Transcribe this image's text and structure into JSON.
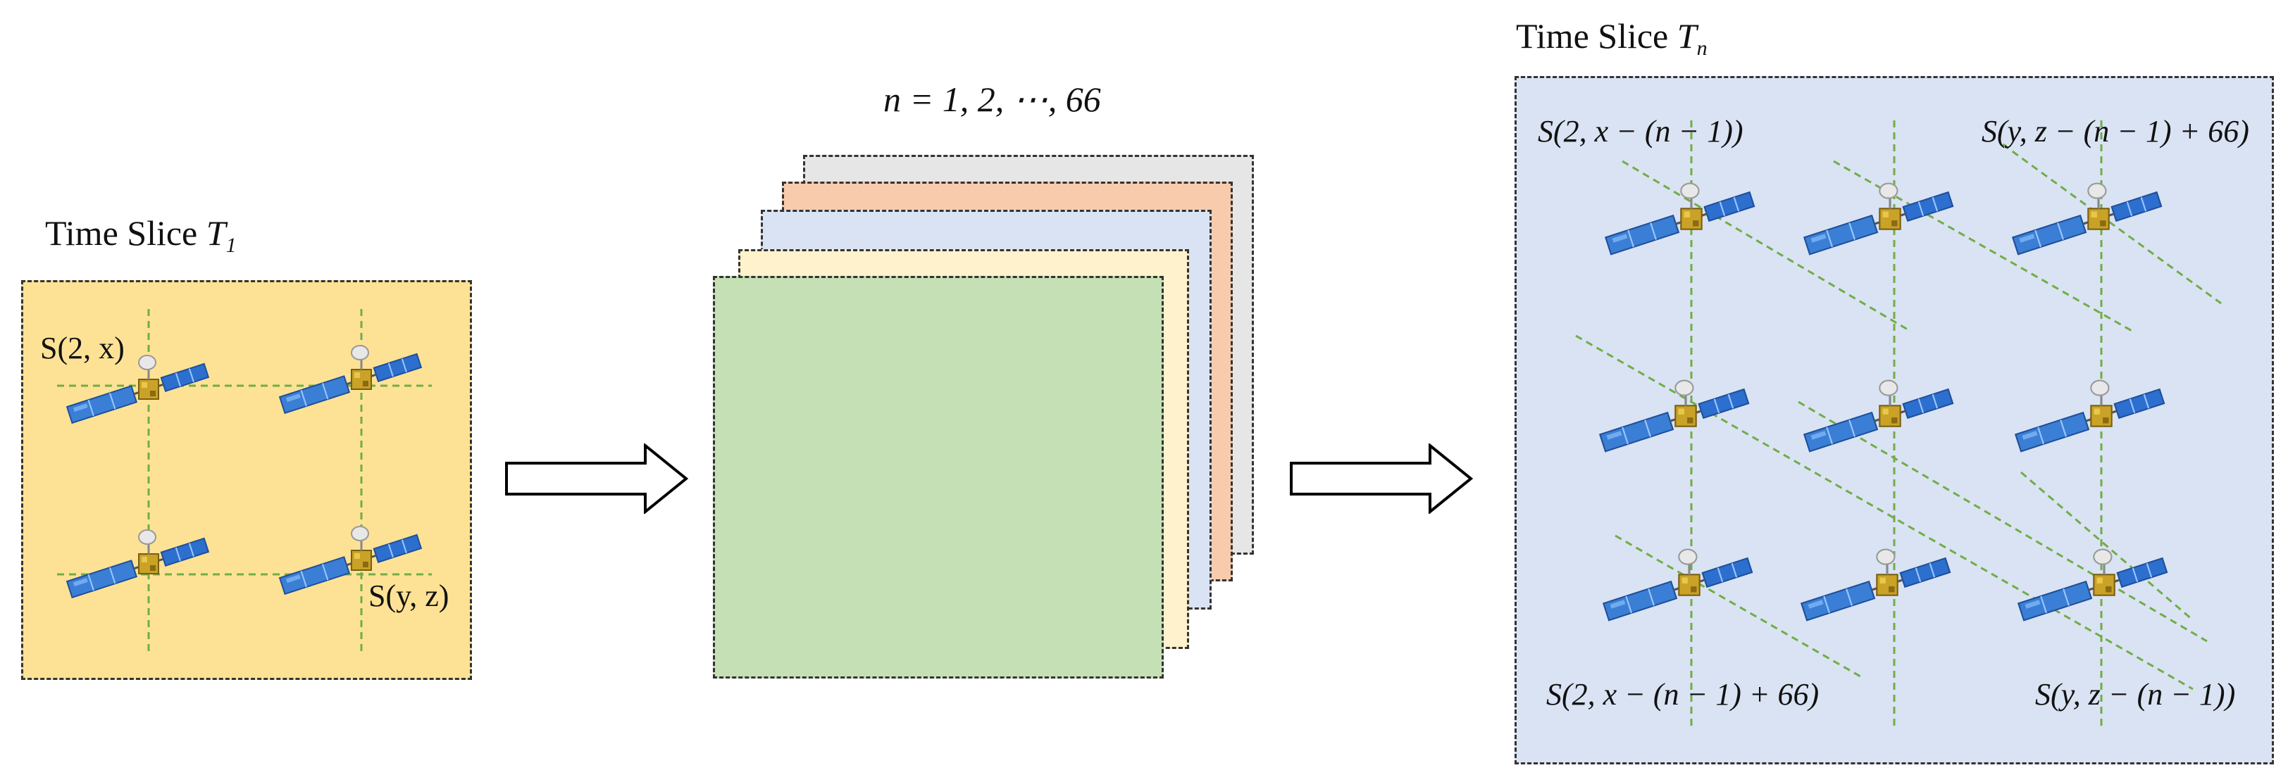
{
  "slice_first": {
    "title_prefix": "Time Slice ",
    "title_symbol": "T",
    "title_subscript": "1",
    "background": "#fde295",
    "labels": {
      "top_left": "S(2, x)",
      "bottom_right": "S(y, z)"
    }
  },
  "stack": {
    "caption": "n = 1, 2, ⋯, 66",
    "layer_colors": [
      "#e6e6e6",
      "#f8cbad",
      "#dae3f3",
      "#fff2cc",
      "#c5e0b4"
    ]
  },
  "slice_n": {
    "title_prefix": "Time Slice ",
    "title_symbol": "T",
    "title_subscript": "n",
    "background": "#dae3f3",
    "labels": {
      "top_left": "S(2, x − (n − 1))",
      "top_right": "S(y, z − (n − 1) + 66)",
      "bottom_left": "S(2, x − (n − 1) + 66)",
      "bottom_right": "S(y, z − (n − 1))"
    }
  },
  "colors": {
    "link_line": "#70ad47",
    "panel": "#4472c4",
    "arrow_stroke": "#000000"
  },
  "icons": {
    "satellite": "satellite-icon",
    "arrow": "right-arrow-icon"
  }
}
